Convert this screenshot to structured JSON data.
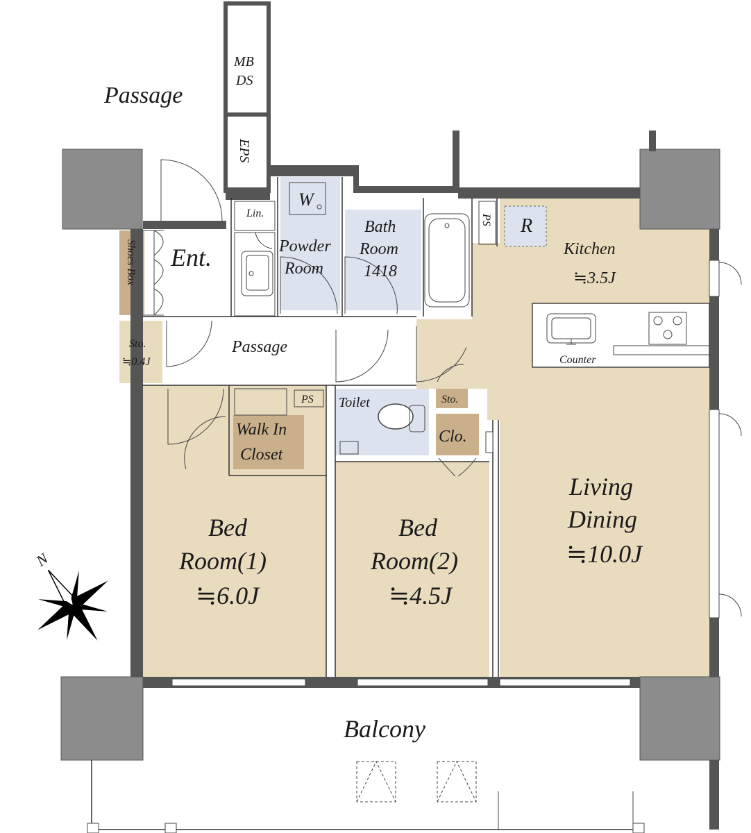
{
  "rooms": {
    "passage_outside": "Passage",
    "mb_ds_1": "MB",
    "mb_ds_2": "DS",
    "eps": "EPS",
    "lin": "Lin.",
    "washer": "W",
    "shoes_box": "Shoes Box",
    "entrance": "Ent.",
    "powder_1": "Powder",
    "powder_2": "Room",
    "bath_1": "Bath",
    "bath_2": "Room",
    "bath_3": "1418",
    "ps_bath": "PS",
    "fridge": "R",
    "kitchen_name": "Kitchen",
    "kitchen_size": "≒3.5J",
    "counter": "Counter",
    "storage_1": "Sto.",
    "storage_1_size": "≒0.4J",
    "passage_inside": "Passage",
    "ps_wic": "PS",
    "toilet": "Toilet",
    "storage_2": "Sto.",
    "wic_1": "Walk In",
    "wic_2": "Closet",
    "closet": "Clo.",
    "living_1": "Living",
    "living_2": "Dining",
    "living_size": "≒10.0J",
    "bed1_1": "Bed",
    "bed1_2": "Room(1)",
    "bed1_size": "≒6.0J",
    "bed2_1": "Bed",
    "bed2_2": "Room(2)",
    "bed2_size": "≒4.5J",
    "balcony": "Balcony",
    "north": "N"
  },
  "colors": {
    "tan": "#e8dbbe",
    "blue": "#dde3ee",
    "brown": "#c9b08a",
    "wall": "#555555",
    "pillar": "#8c8c8c"
  },
  "icons": [
    "compass-rose-icon",
    "sink-icon",
    "bathtub-icon",
    "toilet-icon",
    "gas-stove-icon",
    "washer-icon"
  ]
}
